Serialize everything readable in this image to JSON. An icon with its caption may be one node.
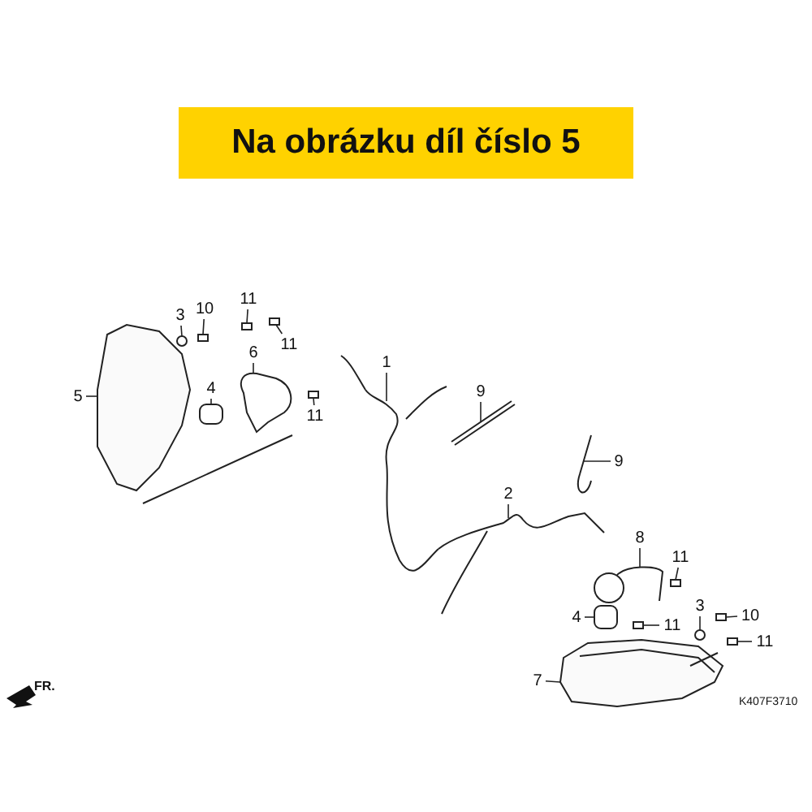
{
  "diagram": {
    "title": "Na obrázku díl číslo 5",
    "nodes": [
      {
        "text": [
          "11"
        ]
      },
      {
        "text": [
          "10"
        ]
      },
      {
        "text": [
          "3"
        ]
      },
      {
        "text": [
          "11"
        ]
      },
      {
        "text": [
          "6"
        ]
      },
      {
        "text": [
          "1"
        ]
      },
      {
        "text": [
          "4"
        ]
      },
      {
        "text": [
          "9"
        ]
      },
      {
        "text": [
          "5"
        ]
      },
      {
        "text": [
          "11"
        ]
      },
      {
        "text": [
          "9"
        ]
      },
      {
        "text": [
          "2"
        ]
      },
      {
        "text": [
          "8"
        ]
      },
      {
        "text": [
          "11"
        ]
      },
      {
        "text": [
          "3"
        ]
      },
      {
        "text": [
          "10"
        ]
      },
      {
        "text": [
          "4"
        ]
      },
      {
        "text": [
          "11"
        ]
      },
      {
        "text": [
          "11"
        ]
      },
      {
        "text": [
          "7"
        ]
      },
      {
        "text": [],
        "shape": "box"
      },
      {
        "text": [],
        "shape": "box"
      },
      {
        "text": [],
        "shape": "circle"
      },
      {
        "text": [],
        "shape": "box"
      },
      {
        "text": [],
        "shape": "picture"
      },
      {
        "text": [],
        "shape": "picture"
      },
      {
        "text": [],
        "shape": "box"
      },
      {
        "text": [],
        "shape": "picture"
      },
      {
        "text": [],
        "shape": "picture"
      },
      {
        "text": [],
        "shape": "box"
      },
      {
        "text": [],
        "shape": "picture"
      },
      {
        "text": [],
        "shape": "picture"
      },
      {
        "text": [],
        "shape": "picture"
      },
      {
        "text": [],
        "shape": "box"
      },
      {
        "text": [],
        "shape": "circle"
      },
      {
        "text": [],
        "shape": "box"
      },
      {
        "text": [],
        "shape": "box"
      },
      {
        "text": [],
        "shape": "box"
      },
      {
        "text": [],
        "shape": "box"
      },
      {
        "text": [],
        "shape": "picture"
      }
    ],
    "edges": [
      {
        "from": 0,
        "to": 20,
        "arrow": "none"
      },
      {
        "from": 1,
        "to": 21,
        "arrow": "none"
      },
      {
        "from": 2,
        "to": 22,
        "arrow": "none"
      },
      {
        "from": 3,
        "to": 23,
        "arrow": "none"
      },
      {
        "from": 4,
        "to": 24,
        "arrow": "none"
      },
      {
        "from": 5,
        "to": 25,
        "arrow": "none"
      },
      {
        "from": 6,
        "to": 26,
        "arrow": "none"
      },
      {
        "from": 7,
        "to": 27,
        "arrow": "none"
      },
      {
        "from": 8,
        "to": 28,
        "arrow": "none"
      },
      {
        "from": 9,
        "to": 29,
        "arrow": "none"
      },
      {
        "from": 10,
        "to": 30,
        "arrow": "none"
      },
      {
        "from": 11,
        "to": 31,
        "arrow": "none"
      },
      {
        "from": 12,
        "to": 32,
        "arrow": "none"
      },
      {
        "from": 13,
        "to": 33,
        "arrow": "none"
      },
      {
        "from": 14,
        "to": 34,
        "arrow": "none"
      },
      {
        "from": 15,
        "to": 35,
        "arrow": "none"
      },
      {
        "from": 16,
        "to": 36,
        "arrow": "none"
      },
      {
        "from": 17,
        "to": 37,
        "arrow": "none"
      },
      {
        "from": 18,
        "to": 38,
        "arrow": "none"
      },
      {
        "from": 19,
        "to": 39,
        "arrow": "none"
      }
    ],
    "labels": [
      "FR.",
      "K407F3710"
    ]
  }
}
